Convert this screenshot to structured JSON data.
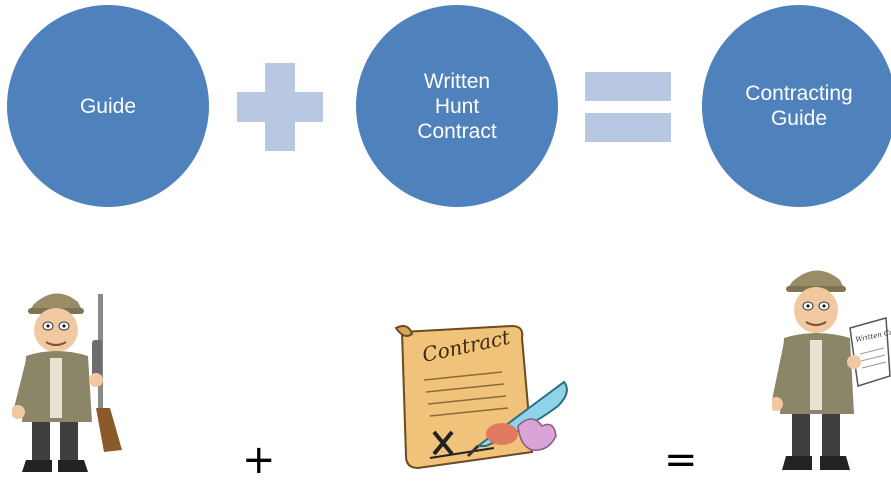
{
  "colors": {
    "circle_fill": "#4f81bd",
    "operator_fill": "#b9c8e2",
    "text_on_circle": "#ffffff"
  },
  "equation": {
    "circle_1": "Guide",
    "operator_1": "plus",
    "circle_2": "Written\nHunt\nContract",
    "operator_2": "equals",
    "circle_3": "Contracting\nGuide"
  },
  "illustration_row": {
    "image_1": "hunter-with-rifle",
    "operator_1": "+",
    "image_2": "contract-scroll-with-quill",
    "operator_2": "=",
    "image_3": "hunter-holding-contract",
    "scroll_lettering": "Contract",
    "paper_lettering": "Written Contract"
  }
}
